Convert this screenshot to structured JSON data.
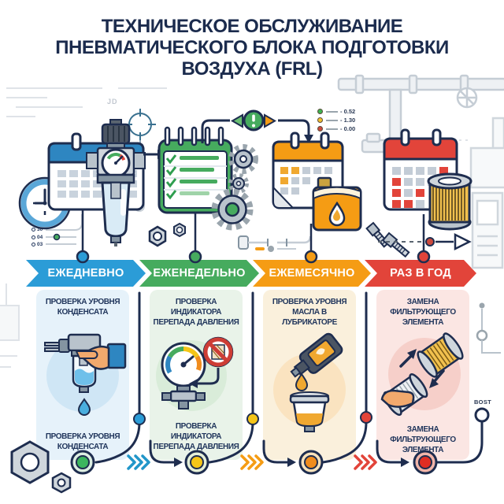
{
  "title": {
    "lines": [
      "ТЕХНИЧЕСКОЕ ОБСЛУЖИВАНИЕ",
      "ПНЕВМАТИЧЕСКОГО БЛОКА ПОДГОТОВКИ",
      "ВОЗДУХА (FRL)"
    ]
  },
  "stages": [
    {
      "label": "ЕЖЕДНЕВНО",
      "color": "#2b9cd7",
      "panel_color": "#e6f2fa",
      "icon": "condensate-drain-icon",
      "task_top": "ПРОВЕРКА УРОВНЯ КОНДЕНСАТА",
      "task_bottom": "ПРОВЕРКА УРОВНЯ КОНДЕНСАТА"
    },
    {
      "label": "ЕЖЕНЕДЕЛЬНО",
      "color": "#46ab5e",
      "panel_color": "#e9f3e9",
      "icon": "pressure-gauge-icon",
      "task_top": "ПРОВЕРКА ИНДИКАТОРА ПЕРЕПАДА ДАВЛЕНИЯ",
      "task_bottom": "ПРОВЕРКА ИНДИКАТОРА ПЕРЕПАДА ДАВЛЕНИЯ"
    },
    {
      "label": "ЕЖЕМЕСЯЧНО",
      "color": "#f59c14",
      "panel_color": "#faf0dc",
      "icon": "oil-level-icon",
      "task_top": "ПРОВЕРКА УРОВНЯ МАСЛА В ЛУБРИКАТОРЕ",
      "task_bottom": ""
    },
    {
      "label": "РАЗ В ГОД",
      "color": "#e2443a",
      "panel_color": "#fbe6e3",
      "icon": "filter-replace-icon",
      "task_top": "ЗАМЕНА ФИЛЬТРУЮЩЕГО ЭЛЕМЕНТА",
      "task_bottom": "ЗАМЕНА ФИЛЬТРУЮЩЕГО ЭЛЕМЕНТА"
    }
  ],
  "legend": {
    "items": [
      {
        "color": "#3cb450",
        "value": "- 0.52"
      },
      {
        "color": "#f2c12e",
        "value": "- 1.30"
      },
      {
        "color": "#cd4a3d",
        "value": "- 0.00"
      }
    ]
  },
  "side_scale": {
    "items": [
      "30",
      "04",
      "03"
    ]
  },
  "decorative_text": {
    "jd": "JD",
    "bost": "BOST"
  },
  "palette": {
    "navy": "#1e2d4f",
    "blue": "#2b9cd7",
    "green": "#46ab5e",
    "orange": "#f59c14",
    "red": "#e2443a",
    "metal": "#b9c3cc",
    "pipe_gray": "#c5cdd5"
  }
}
